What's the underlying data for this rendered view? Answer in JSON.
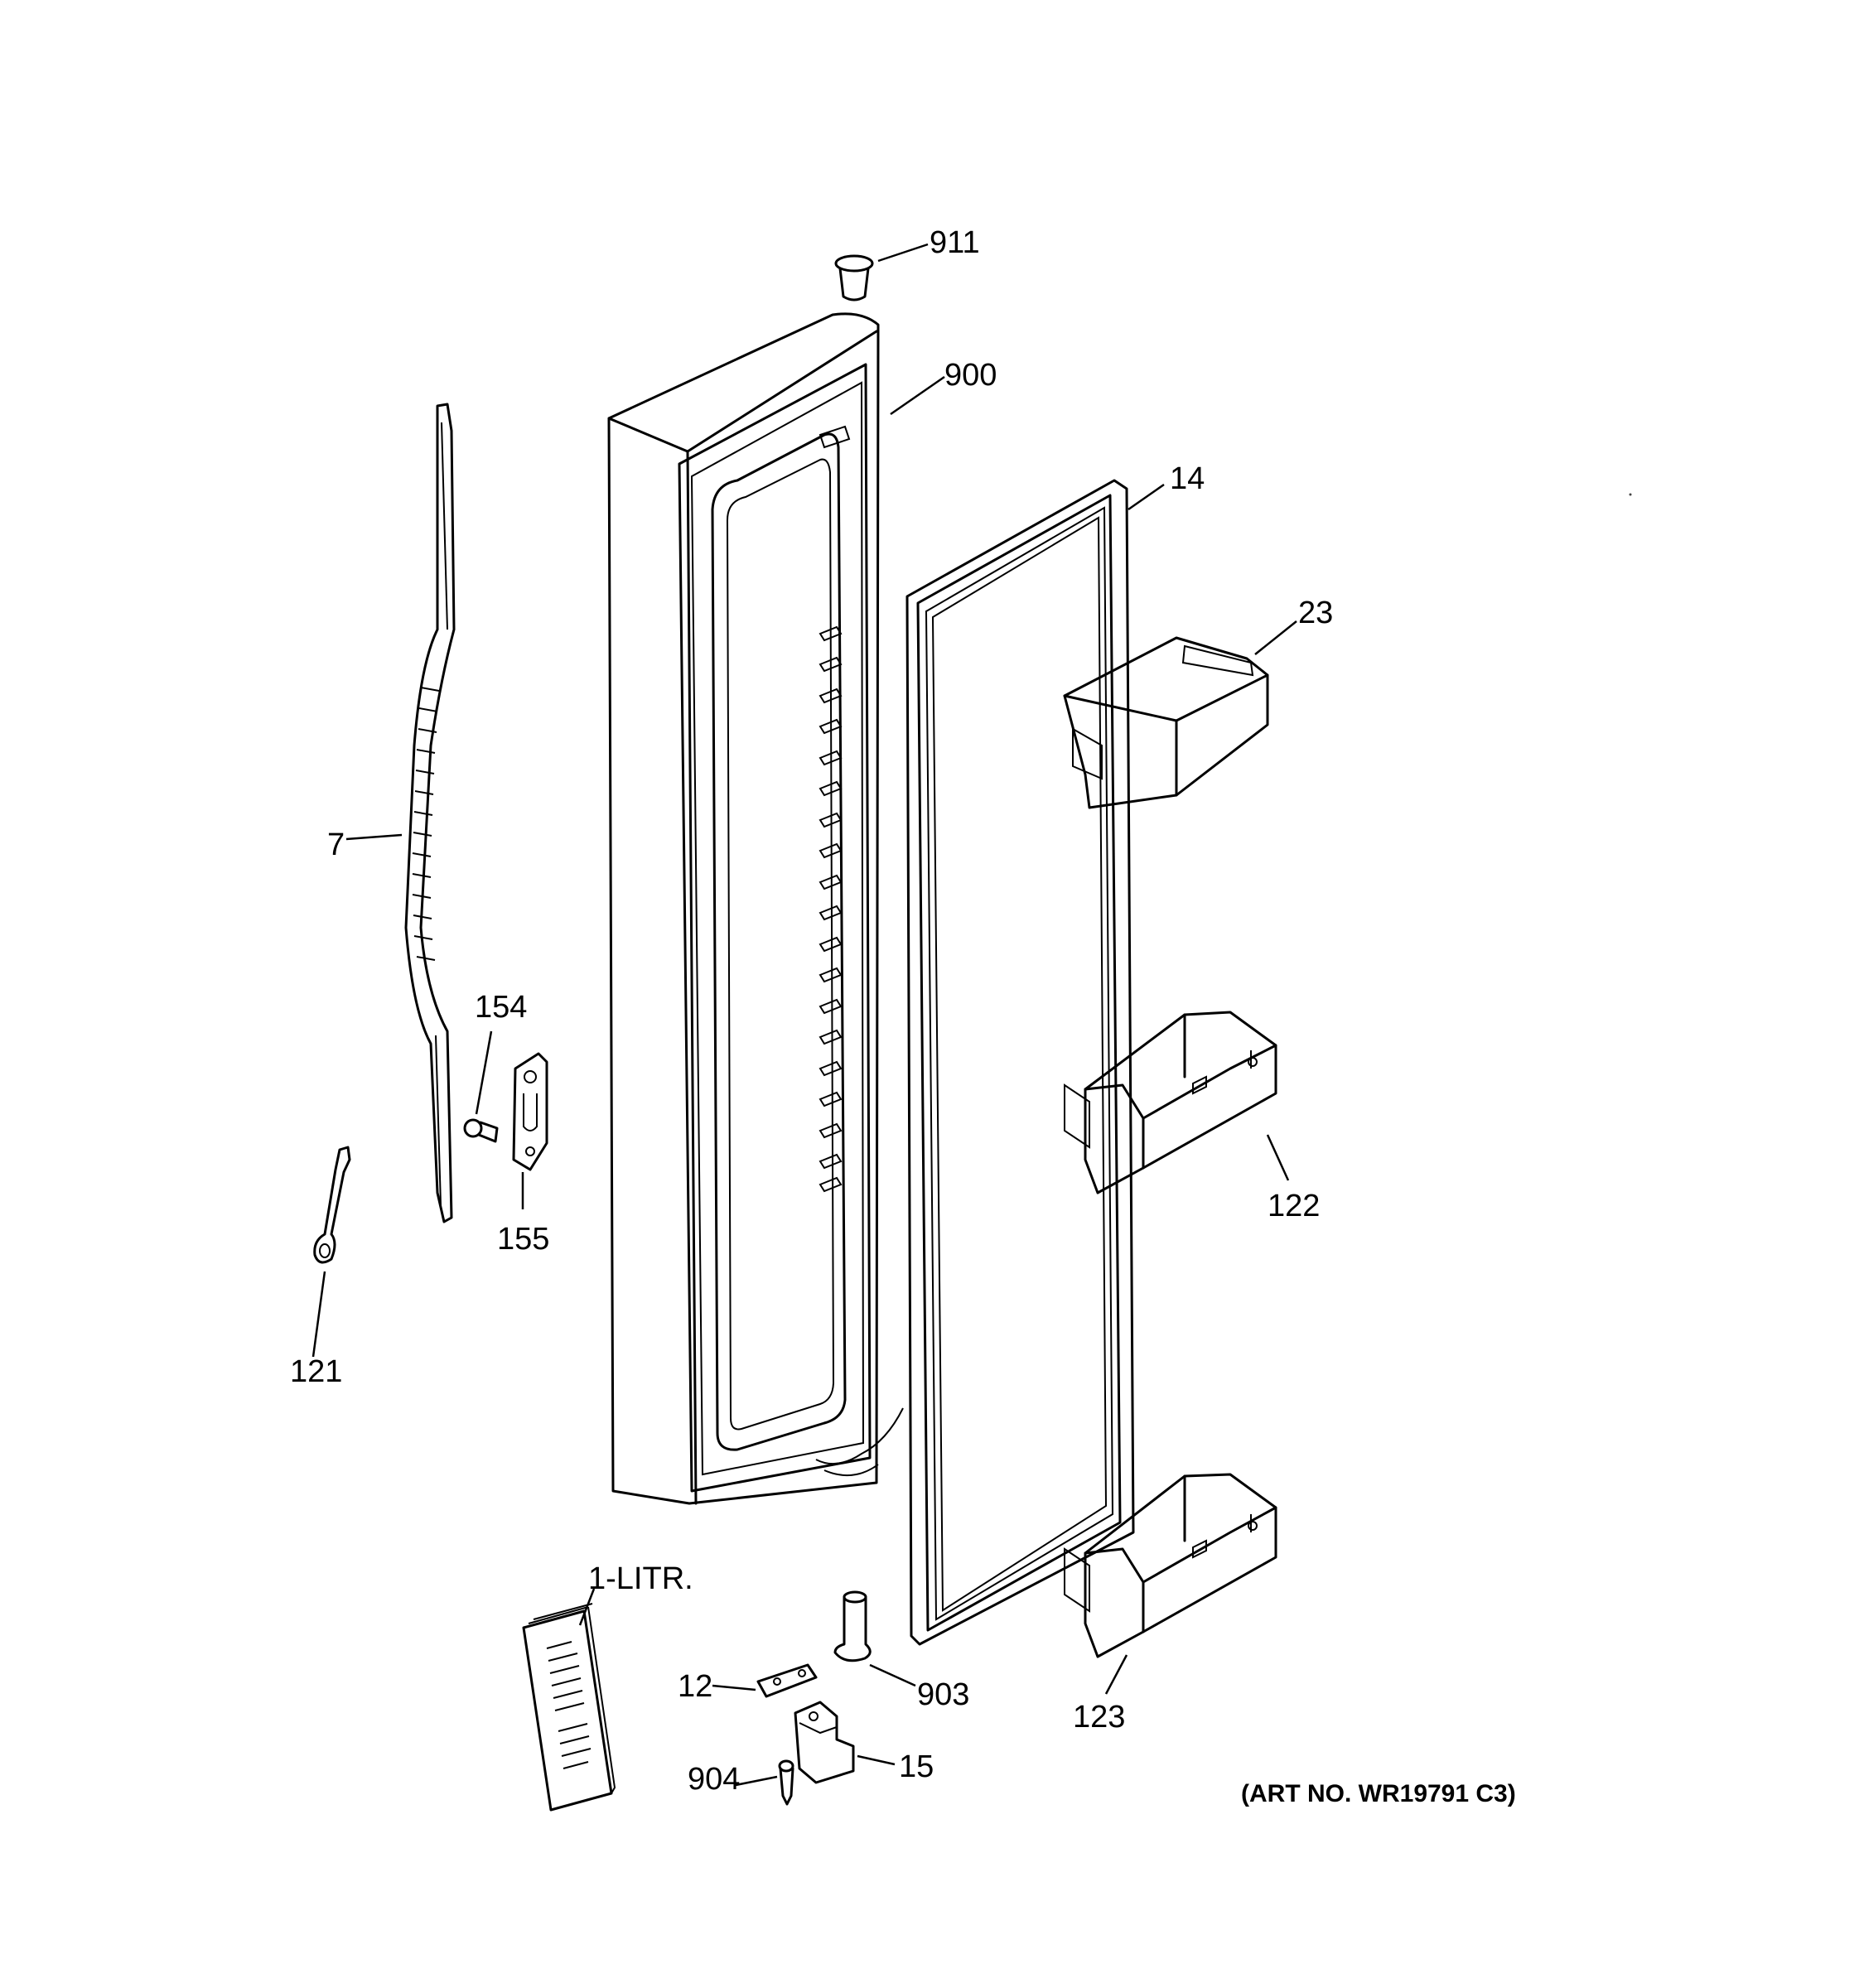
{
  "callouts": {
    "p911": "911",
    "p900": "900",
    "p14": "14",
    "p23": "23",
    "p7": "7",
    "p154": "154",
    "p155": "155",
    "p121": "121",
    "p122": "122",
    "p123": "123",
    "p1litr": "1-LITR.",
    "p12": "12",
    "p903": "903",
    "p904": "904",
    "p15": "15"
  },
  "art_number": "(ART NO. WR19791 C3)"
}
